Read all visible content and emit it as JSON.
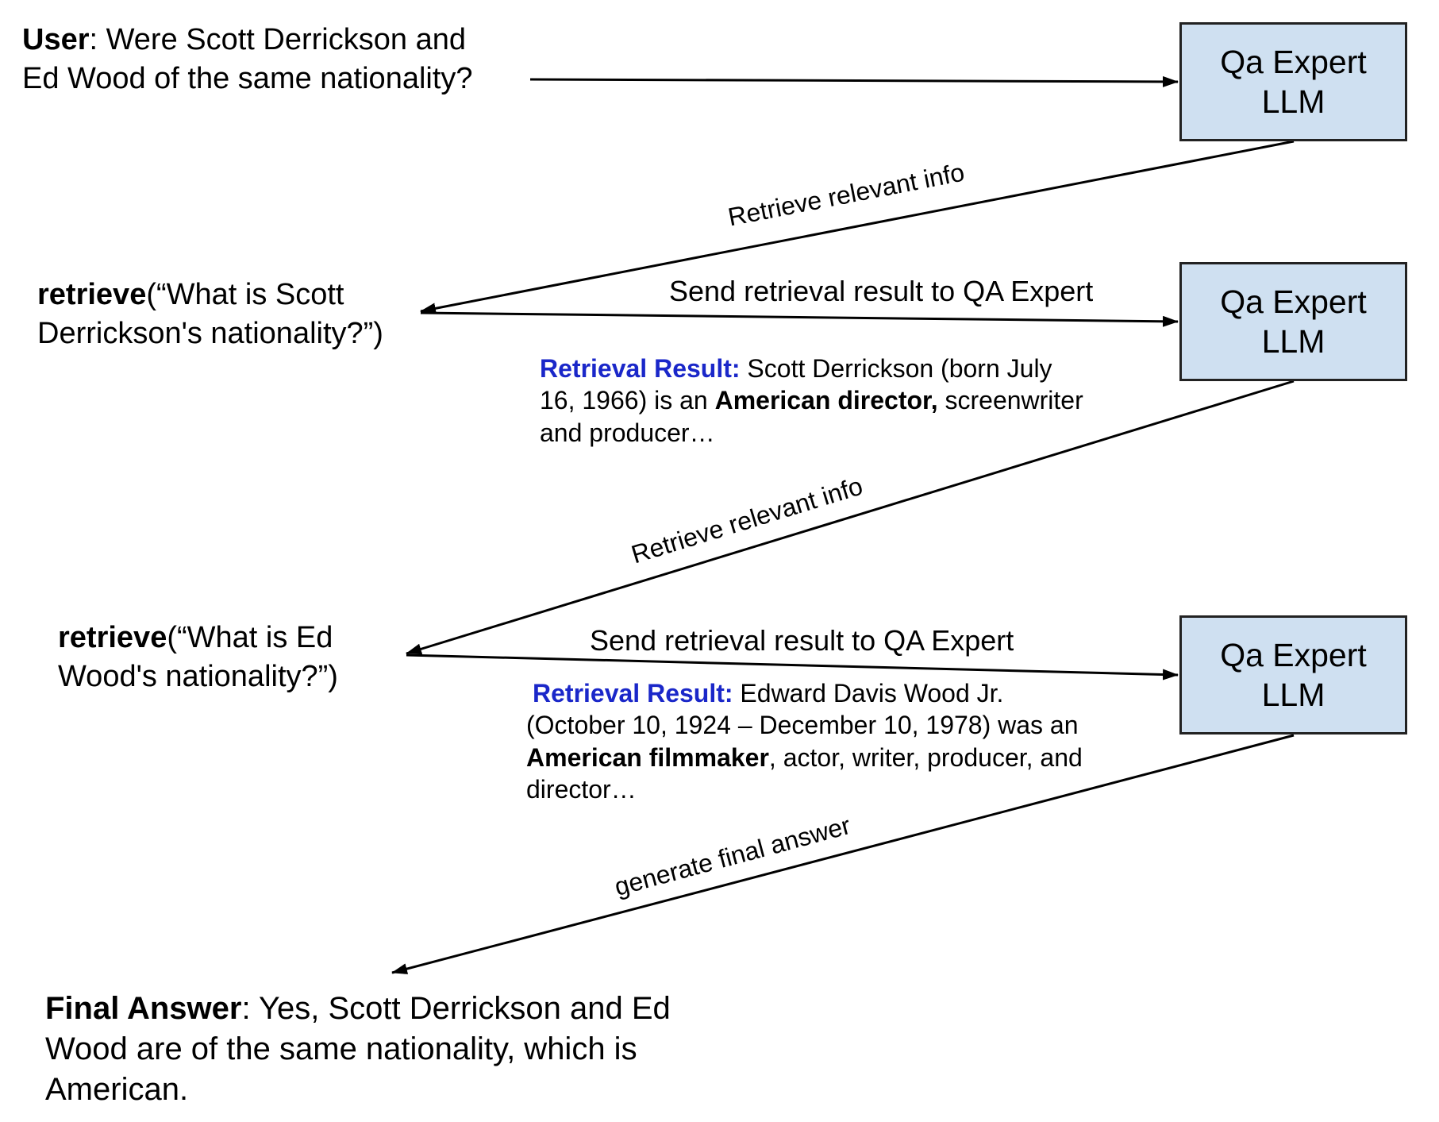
{
  "user": {
    "label": "User",
    "text": ": Were Scott Derrickson and",
    "line2": "Ed Wood of the same nationality?"
  },
  "expert": {
    "line1": "Qa Expert",
    "line2": "LLM"
  },
  "retrieve1": {
    "fn": "retrieve",
    "text": "(“What is Scott",
    "line2": "Derrickson's nationality?”)"
  },
  "retrieve2": {
    "fn": "retrieve",
    "text": "(“What is Ed",
    "line2": "Wood's nationality?”)"
  },
  "arrow_labels": {
    "retrieve_info_1": "Retrieve relevant info",
    "send_1": "Send retrieval result to QA Expert",
    "retrieve_info_2": "Retrieve relevant info",
    "send_2": "Send retrieval result to QA Expert",
    "final": "generate final answer"
  },
  "result1": {
    "label": "Retrieval Result:",
    "text1": " Scott Derrickson (born July",
    "text2a": "16, 1966) is an ",
    "bold": "American director,",
    "text2b": " screenwriter",
    "text3": "and producer…"
  },
  "result2": {
    "label": "Retrieval Result:",
    "text1": " Edward Davis Wood Jr.",
    "text2": "(October 10, 1924 – December 10, 1978) was an",
    "bold": "American filmmaker",
    "text3b": ", actor, writer, producer, and",
    "text4": "director…"
  },
  "final": {
    "label": "Final Answer",
    "text": ": Yes, Scott Derrickson and Ed",
    "line2": "Wood are of the same nationality, which is",
    "line3": "American."
  },
  "colors": {
    "box_fill": "#cfe0f1",
    "result_label": "#1a27c9"
  }
}
